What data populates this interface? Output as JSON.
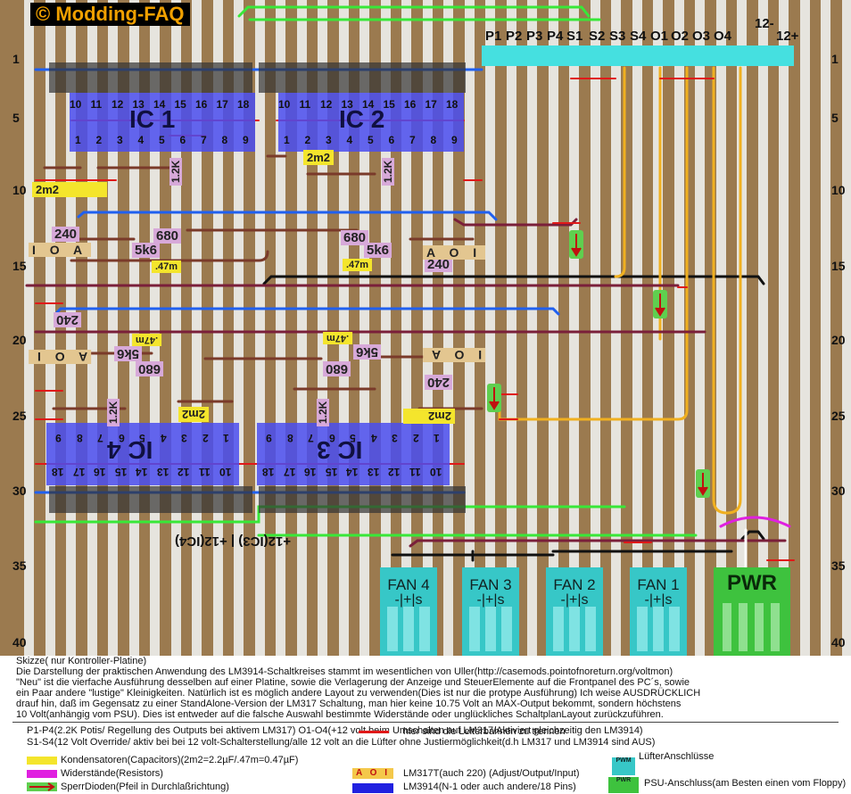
{
  "title": "© Modding-FAQ",
  "header_labels": [
    "P1",
    "P2",
    "P3",
    "P4",
    "S1",
    "S2",
    "S3",
    "S4",
    "O1",
    "O2",
    "O3",
    "O4",
    "12-",
    "12+"
  ],
  "row_numbers_left": [
    "1",
    "5",
    "10",
    "15",
    "20",
    "25",
    "30",
    "35",
    "40"
  ],
  "row_numbers_right": [
    "1",
    "5",
    "10",
    "15",
    "20",
    "25",
    "30",
    "35",
    "40"
  ],
  "ics": {
    "ic1": {
      "label": "IC 1",
      "top_pins": [
        "10",
        "11",
        "12",
        "13",
        "14",
        "15",
        "16",
        "17",
        "18"
      ],
      "bottom_pins": [
        "1",
        "2",
        "3",
        "4",
        "5",
        "6",
        "7",
        "8",
        "9"
      ]
    },
    "ic2": {
      "label": "IC 2",
      "top_pins": [
        "10",
        "11",
        "12",
        "13",
        "14",
        "15",
        "16",
        "17",
        "18"
      ],
      "bottom_pins": [
        "1",
        "2",
        "3",
        "4",
        "5",
        "6",
        "7",
        "8",
        "9"
      ]
    },
    "ic3": {
      "label": "IC 3",
      "top_pins": [
        "1",
        "2",
        "3",
        "4",
        "5",
        "6",
        "7",
        "8",
        "9"
      ],
      "bottom_pins": [
        "10",
        "11",
        "12",
        "13",
        "14",
        "15",
        "16",
        "17",
        "18"
      ]
    },
    "ic4": {
      "label": "IC 4",
      "top_pins": [
        "1",
        "2",
        "3",
        "4",
        "5",
        "6",
        "7",
        "8",
        "9"
      ],
      "bottom_pins": [
        "10",
        "11",
        "12",
        "13",
        "14",
        "15",
        "16",
        "17",
        "18"
      ]
    }
  },
  "components": {
    "cap_2m2_a": "2m2",
    "cap_2m2_b": "2m2",
    "cap_2m2_c": "2m2",
    "cap_2m2_d": "2m2",
    "cap_47m_a": ".47m",
    "cap_47m_b": ".47m",
    "cap_47m_c": ".47m",
    "cap_47m_d": ".47m",
    "res_240_a": "240",
    "res_240_b": "240",
    "res_240_c": "240",
    "res_240_d": "240",
    "res_680_a": "680",
    "res_680_b": "680",
    "res_680_c": "680",
    "res_680_d": "680",
    "res_5k6_a": "5k6",
    "res_5k6_b": "5k6",
    "res_5k6_c": "5k6",
    "res_5k6_d": "5k6",
    "res_12k_a": "1.2K",
    "res_12k_b": "1.2K",
    "res_12k_c": "1.2K",
    "res_12k_d": "1.2K",
    "reg_ioa_a": "I O A",
    "reg_aoi_b": "A O I",
    "reg_aoi_c": "A O I",
    "reg_ioa_d": "I O A"
  },
  "plus12_label": "+12(IC3)  |  +12(IC4)",
  "fans": [
    {
      "label": "FAN 4",
      "sub": "-|+|s"
    },
    {
      "label": "FAN 3",
      "sub": "-|+|s"
    },
    {
      "label": "FAN 2",
      "sub": "-|+|s"
    },
    {
      "label": "FAN 1",
      "sub": "-|+|s"
    }
  ],
  "pwr_label": "PWR",
  "description": {
    "line1": "Skizze( nur Kontroller-Platine)",
    "line2": "Die Darstellung der praktischen Anwendung des LM3914-Schaltkreises stammt im wesentlichen von Uller(http://casemods.pointofnoreturn.org/voltmon)",
    "line3": "\"Neu\" ist die vierfache Ausführung desselben auf einer Platine, sowie die Verlagerung der Anzeige und SteuerElemente auf die Frontpanel des PC´s, sowie",
    "line4": "ein Paar andere \"lustige\" Kleinigkeiten. Natürlich ist es möglich andere Layout zu verwenden(Dies ist nur die protype Ausführung) Ich weise AUSDRÜCKLICH",
    "line5": "drauf hin, daß im Gegensatz zu einer StandAlone-Version der  LM317 Schaltung, man hier keine 10.75 Volt an MAX-Output bekommt, sondern höchstens",
    "line6": "10 Volt(anhängig vom PSU). Dies ist entweder auf die falsche Auswahl bestimmte Widerstände oder unglückliches SchaltplanLayout zurückzuführen."
  },
  "legend": {
    "p_line": "P1-P4(2.2K Potis/ Regellung des Outputs bei aktivem LM317)    O1-O4(+12 volt beim Umschalten auf LM317/Aktiviert gleichzeitig den LM3914)",
    "s_line": "S1-S4(12 Volt Override/ aktiv bei bei 12 volt-Schalterstellung/alle 12 volt an die Lüfter ohne Justiermöglichkeit(d.h LM317 und LM3914 sind AUS)",
    "capacitors": "Kondensatoren(Capacitors)(2m2=2.2µF/.47m=0.47µF)",
    "resistors": "Widerstände(Resistors)",
    "diodes": "SperrDioden(Pfeil in Durchlaßrichtung)",
    "trace_cut": "hier sind die Leiterbahnen zu trennen",
    "lm317_tag": "A O I",
    "lm317": "LM317T(auch 220) (Adjust/Output/Input)",
    "lm3914": "LM3914(N-1 oder auch andere/18 Pins)",
    "fan_conn": "LüfterAnschlüsse",
    "psu_conn": "PSU-Anschluss(am Besten einen vom Floppy)",
    "fan_icon_text": "PWM",
    "psu_icon_text": "PWR"
  },
  "colors": {
    "board": "#9b7a4f",
    "strip": "#e6e4de",
    "ic": "#4a4ef0",
    "cap": "#f4e52c",
    "res": "#d7a9d9",
    "diode": "#5fcf4f",
    "fan": "#37c7c7",
    "pwr": "#3ec23e",
    "cut": "#e01818"
  }
}
